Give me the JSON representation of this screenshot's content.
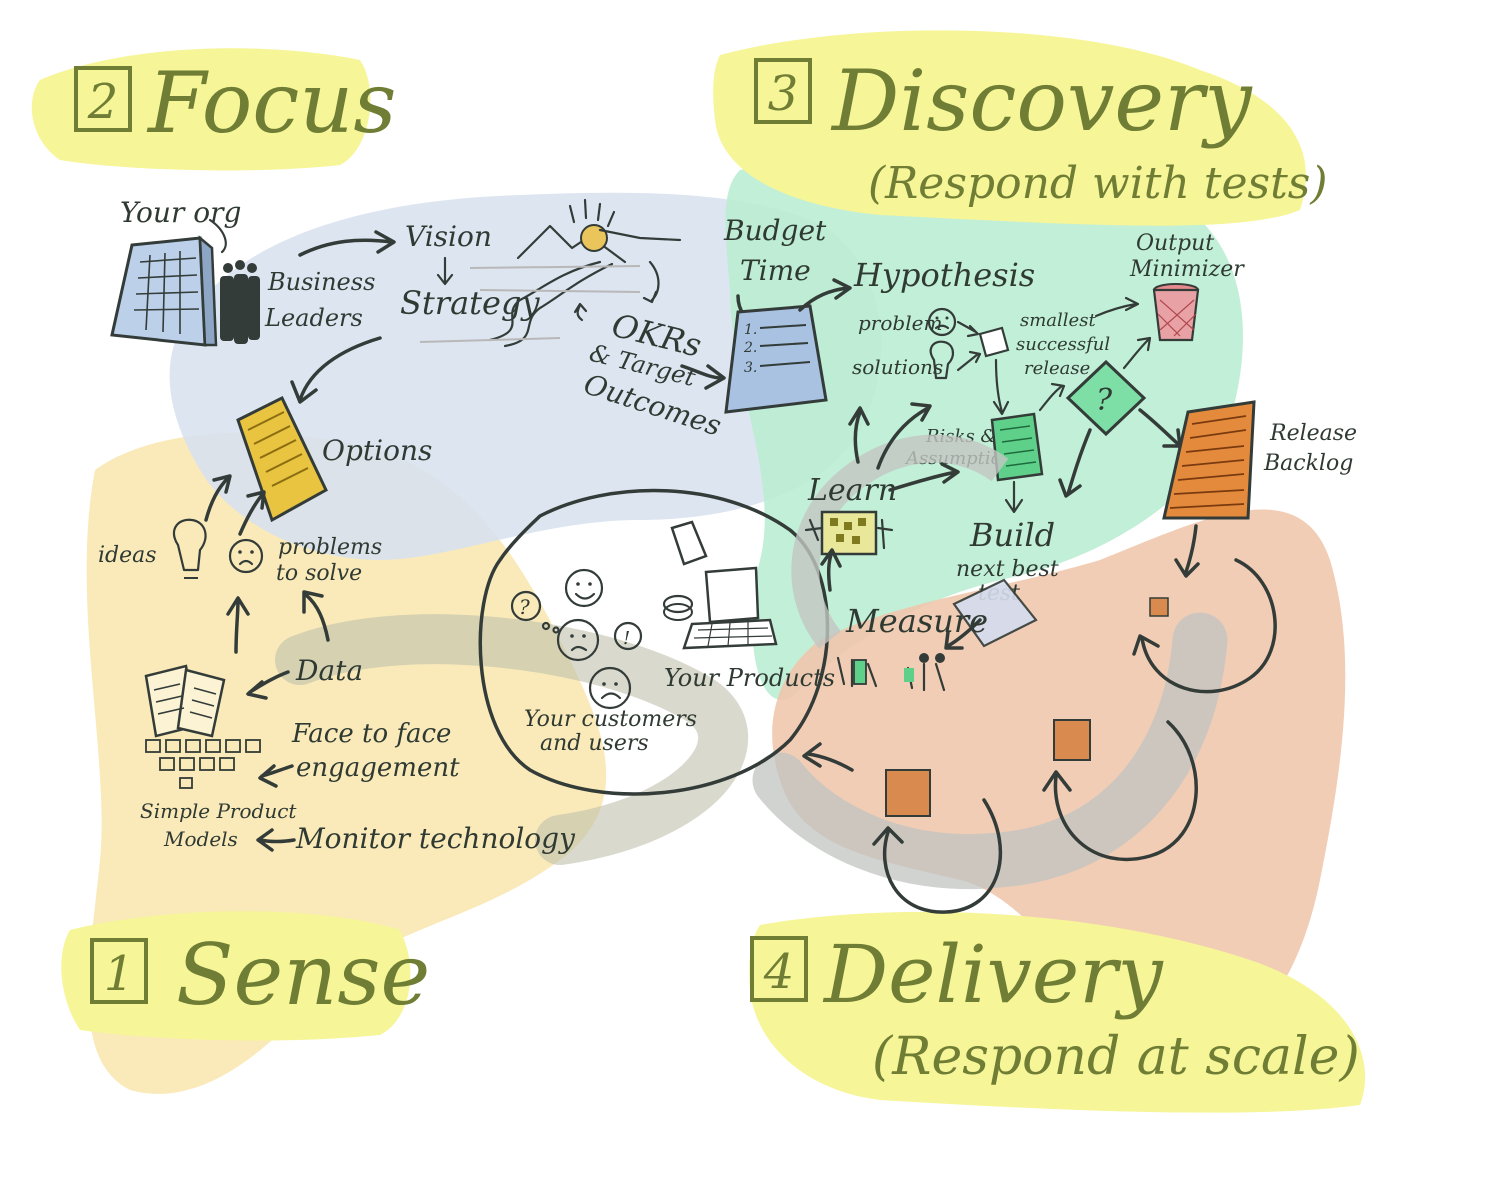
{
  "sections": {
    "focus": {
      "number": "2",
      "title": "Focus"
    },
    "discovery": {
      "number": "3",
      "title": "Discovery",
      "subtitle": "(Respond with tests)"
    },
    "sense": {
      "number": "1",
      "title": "Sense"
    },
    "delivery": {
      "number": "4",
      "title": "Delivery",
      "subtitle": "(Respond at scale)"
    }
  },
  "focus_labels": {
    "your_org": "Your org",
    "business_leaders_1": "Business",
    "business_leaders_2": "Leaders",
    "vision": "Vision",
    "strategy": "Strategy",
    "okrs": "OKRs",
    "target_1": "& Target",
    "target_2": "Outcomes",
    "options": "Options"
  },
  "sense_labels": {
    "ideas": "ideas",
    "problems_1": "problems",
    "problems_2": "to solve",
    "data": "Data",
    "face_1": "Face to face",
    "face_2": "engagement",
    "monitor": "Monitor technology",
    "models_1": "Simple Product",
    "models_2": "Models"
  },
  "center_labels": {
    "customers_1": "Your customers",
    "customers_2": "and users",
    "products": "Your Products"
  },
  "discovery_labels": {
    "budget": "Budget",
    "time": "Time",
    "hypothesis": "Hypothesis",
    "problem": "problem",
    "solutions": "solutions",
    "smallest_1": "smallest",
    "smallest_2": "successful",
    "smallest_3": "release",
    "output_1": "Output",
    "output_2": "Minimizer",
    "risks_1": "Risks &",
    "risks_2": "Assumptions",
    "learn": "Learn",
    "build": "Build",
    "next_best": "next best",
    "test": "test",
    "measure": "Measure",
    "question_mark": "?"
  },
  "delivery_labels": {
    "release_1": "Release",
    "release_2": "Backlog"
  },
  "colors": {
    "title_green": "#6f7d35",
    "highlight_yellow": "#f6f597",
    "focus_blue": "#d7e1ee",
    "sense_yellow": "#f8e4a8",
    "discovery_green": "#b8ecd0",
    "delivery_peach": "#efc4a8",
    "ink": "#333c38",
    "orange_box": "#d98a4e",
    "options_yellow": "#e8c440"
  }
}
